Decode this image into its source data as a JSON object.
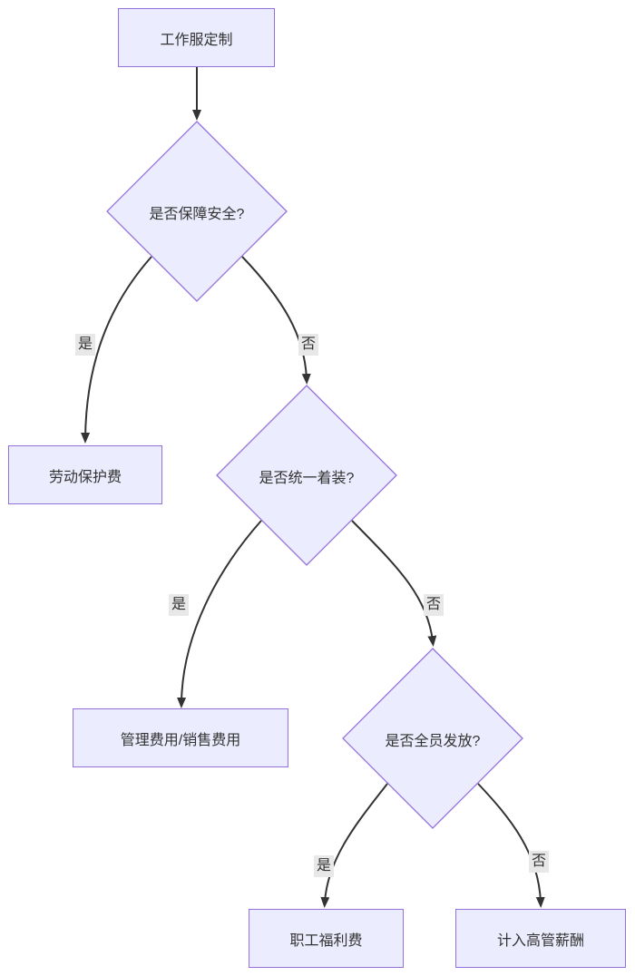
{
  "flowchart": {
    "direction": "top-down",
    "nodes": {
      "start": {
        "label": "工作服定制",
        "shape": "rect"
      },
      "decision_safety": {
        "label": "是否保障安全?",
        "shape": "diamond"
      },
      "labor_protection_fee": {
        "label": "劳动保护费",
        "shape": "rect"
      },
      "decision_uniform_dress": {
        "label": "是否统一着装?",
        "shape": "diamond"
      },
      "admin_sales_expense": {
        "label": "管理费用/销售费用",
        "shape": "rect"
      },
      "decision_all_staff": {
        "label": "是否全员发放?",
        "shape": "diamond"
      },
      "employee_welfare_fee": {
        "label": "职工福利费",
        "shape": "rect"
      },
      "executive_compensation": {
        "label": "计入高管薪酬",
        "shape": "rect"
      }
    },
    "edges": [
      {
        "from": "工作服定制",
        "to": "是否保障安全?",
        "label": ""
      },
      {
        "from": "是否保障安全?",
        "to": "劳动保护费",
        "label": "是"
      },
      {
        "from": "是否保障安全?",
        "to": "是否统一着装?",
        "label": "否"
      },
      {
        "from": "是否统一着装?",
        "to": "管理费用/销售费用",
        "label": "是"
      },
      {
        "from": "是否统一着装?",
        "to": "是否全员发放?",
        "label": "否"
      },
      {
        "from": "是否全员发放?",
        "to": "职工福利费",
        "label": "是"
      },
      {
        "from": "是否全员发放?",
        "to": "计入高管薪酬",
        "label": "否"
      }
    ],
    "colors": {
      "node_fill": "#ECECFF",
      "node_border": "#9370DB",
      "edge_line": "#333333",
      "text": "#333333",
      "edge_label_bg": "#e8e8e8",
      "background": "#ffffff"
    }
  }
}
